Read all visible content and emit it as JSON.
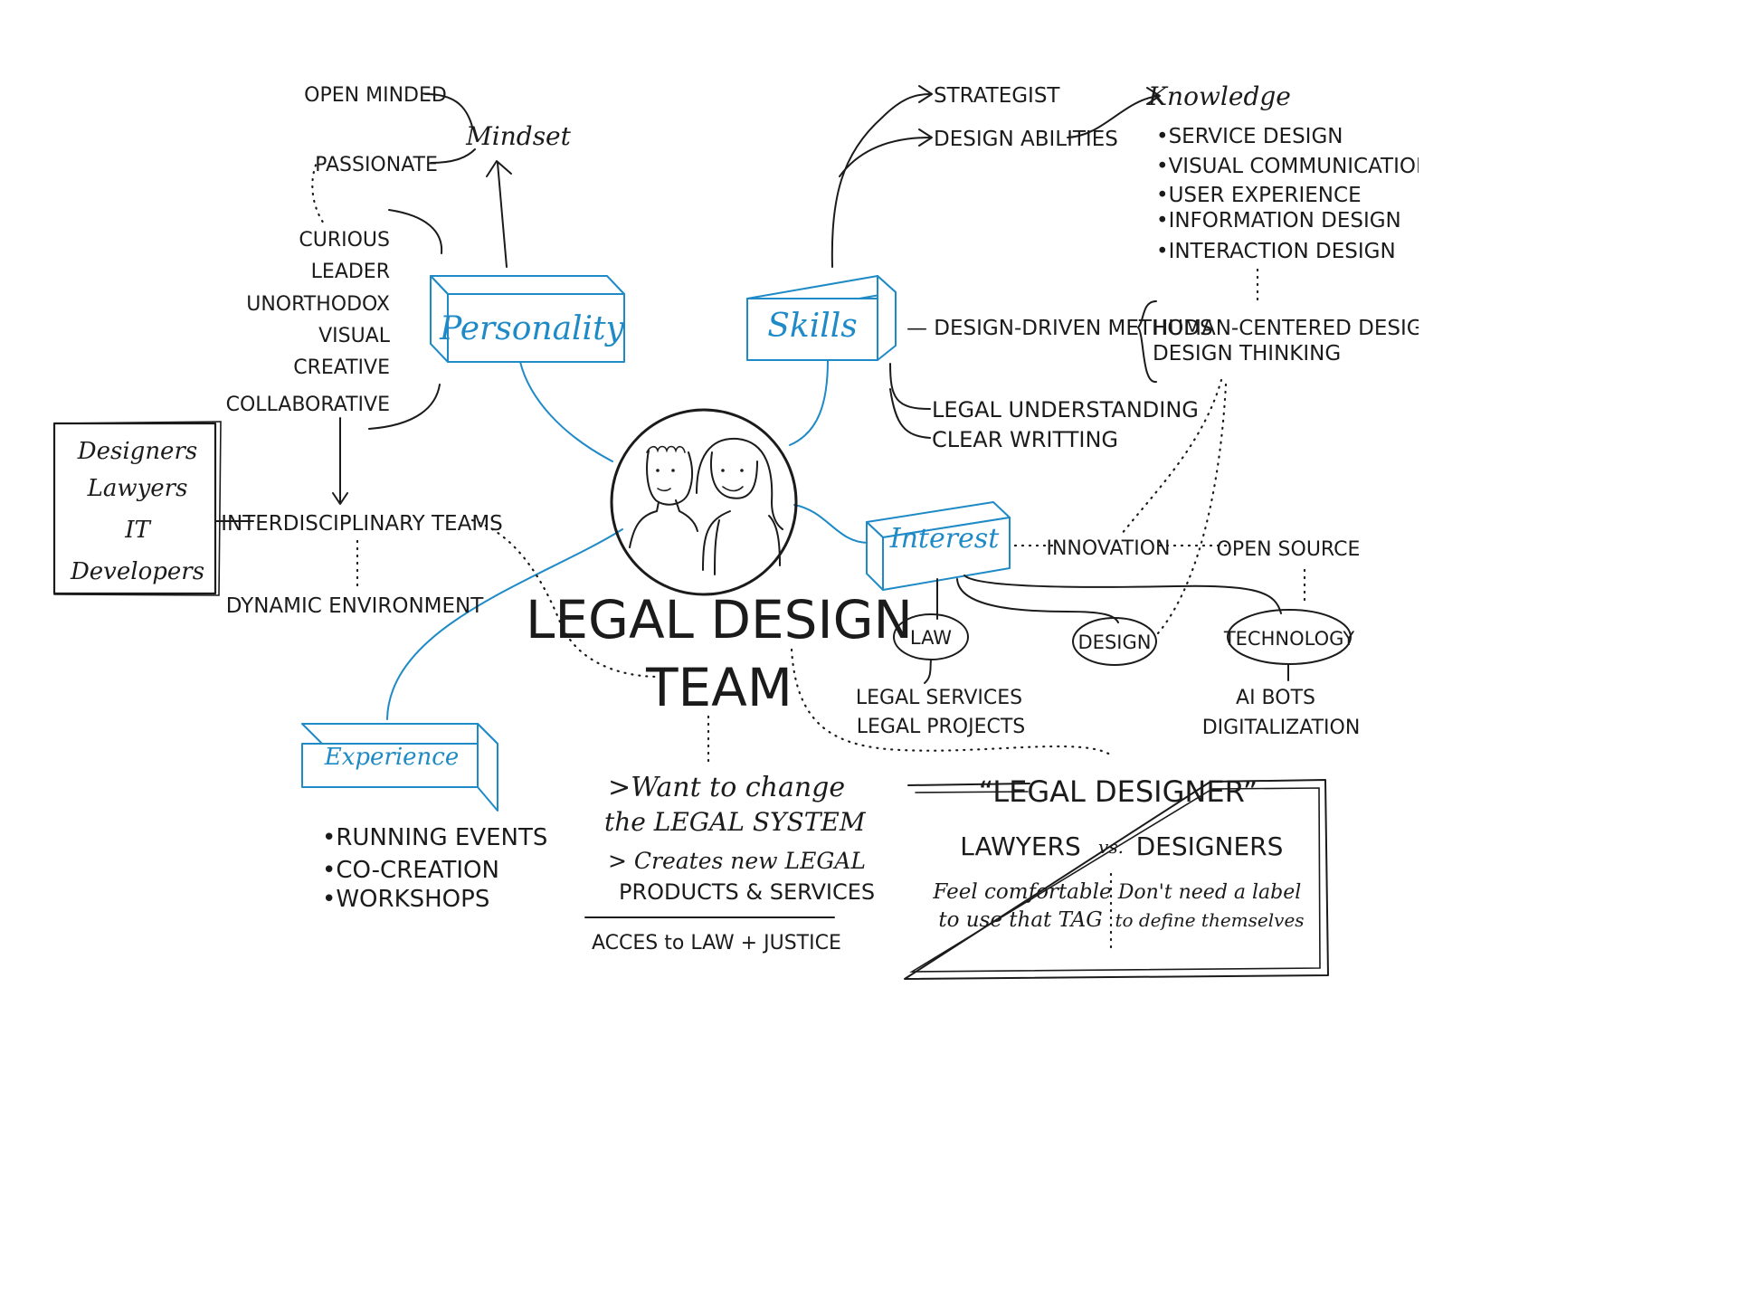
{
  "center": {
    "title_line1": "LEGAL DESIGN",
    "title_line2": "TEAM"
  },
  "personality": {
    "label": "Personality",
    "mindset": "Mindset",
    "mindset_items": [
      "OPEN MINDED",
      "PASSIONATE"
    ],
    "traits": [
      "CURIOUS",
      "LEADER",
      "UNORTHODOX",
      "VISUAL",
      "CREATIVE",
      "COLLABORATIVE"
    ],
    "interdisciplinary": "INTERDISCIPLINARY TEAMS",
    "dynamic": "DYNAMIC ENVIRONMENT",
    "roles": [
      "Designers",
      "Lawyers",
      "IT",
      "Developers"
    ]
  },
  "skills": {
    "label": "Skills",
    "strategist": "STRATEGIST",
    "design_abilities": "DESIGN ABILITIES",
    "knowledge": "Knowledge",
    "knowledge_items": [
      "•SERVICE DESIGN",
      "•VISUAL COMMUNICATION",
      "•USER EXPERIENCE",
      "•INFORMATION DESIGN",
      "•INTERACTION DESIGN"
    ],
    "methods": "— DESIGN-DRIVEN METHODS",
    "methods_items": [
      "HUMAN-CENTERED DESIGN",
      "DESIGN THINKING"
    ],
    "legal_items": [
      "LEGAL UNDERSTANDING",
      "CLEAR WRITTING"
    ]
  },
  "interest": {
    "label": "Interest",
    "innovation": "INNOVATION",
    "open_source": "OPEN SOURCE",
    "law": "LAW",
    "law_items": [
      "LEGAL SERVICES",
      "LEGAL PROJECTS"
    ],
    "design": "DESIGN",
    "technology": "TECHNOLOGY",
    "technology_items": [
      "AI  BOTS",
      "DIGITALIZATION"
    ]
  },
  "experience": {
    "label": "Experience",
    "items": [
      "•RUNNING EVENTS",
      "•CO-CREATION",
      "•WORKSHOPS"
    ]
  },
  "goals": {
    "want_line1": ">Want to change",
    "want_line2": "the LEGAL SYSTEM",
    "creates_line1": "> Creates new LEGAL",
    "creates_line2": "PRODUCTS & SERVICES",
    "access": "ACCES to LAW + JUSTICE"
  },
  "legal_designer": {
    "title": "“LEGAL DESIGNER”",
    "lawyers": "LAWYERS",
    "vs": "vs.",
    "designers": "DESIGNERS",
    "lawyers_note": [
      "Feel comfortable",
      "to use that TAG"
    ],
    "designers_note": [
      "Don't need a label",
      "to define themselves"
    ]
  },
  "colors": {
    "ink": "#1b1b1b",
    "accent_blue": "#1e8ac6",
    "background": "#ffffff"
  }
}
